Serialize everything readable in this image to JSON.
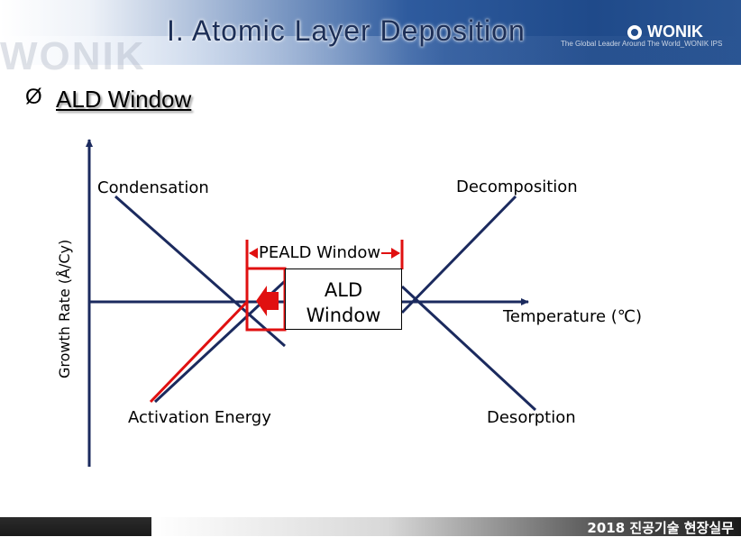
{
  "header": {
    "title": "I. Atomic Layer Deposition",
    "watermark": "WONIK",
    "logo": "WONIK",
    "tagline": "The Global Leader Around The World_WONIK IPS"
  },
  "section": {
    "bullet": "Ø",
    "heading": "ALD Window"
  },
  "diagram": {
    "y_axis_label": "Growth Rate (Å/Cy)",
    "x_axis_label": "Temperature (℃)",
    "condensation": "Condensation",
    "decomposition": "Decomposition",
    "activation_energy": "Activation Energy",
    "desorption": "Desorption",
    "peald_window": "PEALD Window",
    "ald_window_line1": "ALD",
    "ald_window_line2": "Window",
    "colors": {
      "line": "#1b2a5e",
      "highlight": "#e01010"
    }
  },
  "footer": {
    "text": "2018 진공기술 현장실무"
  }
}
